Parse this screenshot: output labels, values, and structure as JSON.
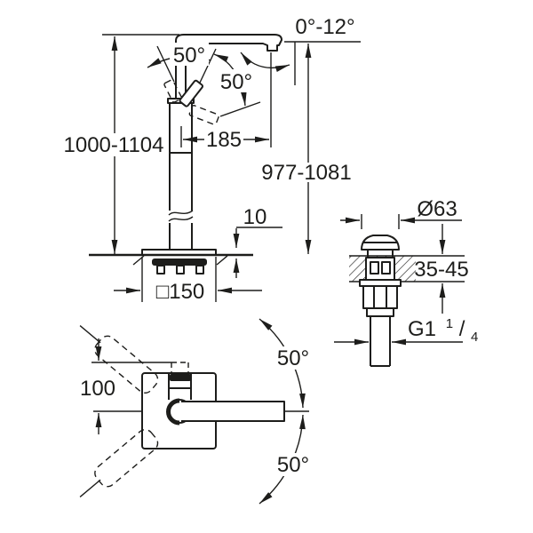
{
  "drawing": {
    "background": "#ffffff",
    "ink_color": "#1d1d1b",
    "side_view": {
      "height_range": "1000-1104",
      "spout_tilt_range": "0°-12°",
      "handle_arc_left": "50°",
      "handle_arc_right": "50°",
      "spout_reach": "185",
      "floor_to_spout": "977-1081",
      "base_plate_height": "10",
      "base_plate_size": "□150"
    },
    "drain_detail": {
      "flange_diameter": "Ø63",
      "deck_thickness_range": "35-45",
      "thread": {
        "prefix": "G1",
        "numerator": "1",
        "slash": "/",
        "denominator": "4"
      }
    },
    "top_view": {
      "handle_projection": "100",
      "handle_swivel_upper": "50°",
      "handle_swivel_lower": "50°"
    }
  }
}
